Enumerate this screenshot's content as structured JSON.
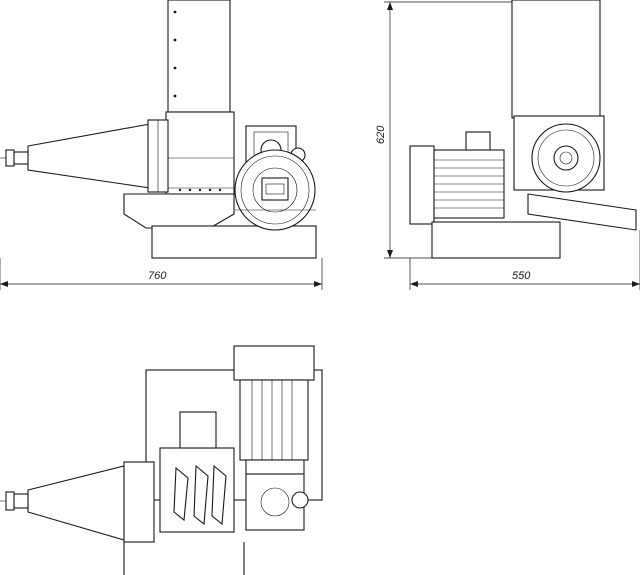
{
  "dimensions": {
    "front_width": "760",
    "side_width": "550",
    "side_height": "620"
  },
  "colors": {
    "line": "#1a1a1a",
    "background": "#ffffff"
  }
}
